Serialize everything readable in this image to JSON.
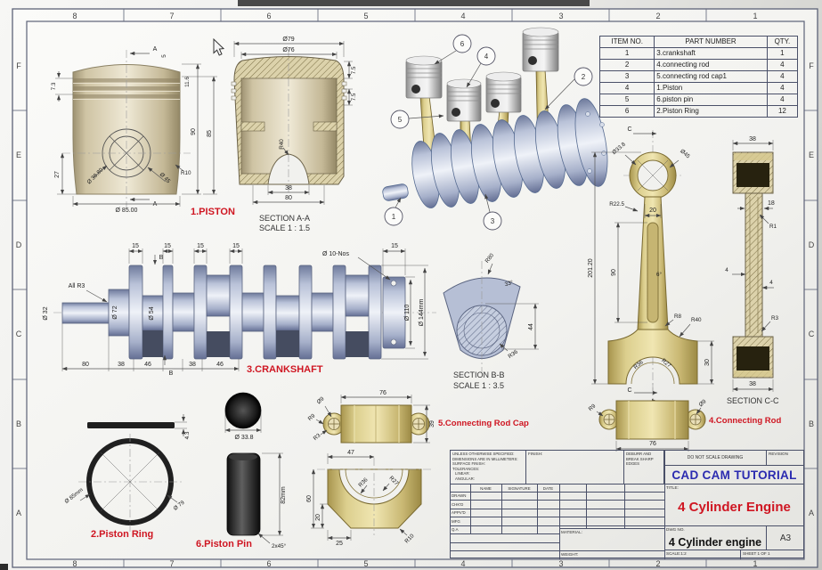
{
  "frame": {
    "cols": [
      "8",
      "7",
      "6",
      "5",
      "4",
      "3",
      "2",
      "1"
    ],
    "rows": [
      "F",
      "E",
      "D",
      "C",
      "B",
      "A"
    ]
  },
  "colors": {
    "label_red": "#cf1622",
    "brand_blue": "#2b2bb0"
  },
  "bom": {
    "headers": [
      "ITEM NO.",
      "PART NUMBER",
      "QTY."
    ],
    "rows": [
      [
        "1",
        "3.crankshaft",
        "1"
      ],
      [
        "2",
        "4.connecting rod",
        "4"
      ],
      [
        "3",
        "5.connecting rod cap1",
        "4"
      ],
      [
        "4",
        "1.Piston",
        "4"
      ],
      [
        "5",
        "6.piston pin",
        "4"
      ],
      [
        "6",
        "2.Piston Ring",
        "12"
      ]
    ]
  },
  "balloons": [
    "1",
    "2",
    "3",
    "4",
    "5",
    "6"
  ],
  "labels": {
    "piston": "1.PISTON",
    "crankshaft": "3.CRANKSHAFT",
    "ring": "2.Piston Ring",
    "pin": "6.Piston Pin",
    "cap": "5.Connecting Rod Cap",
    "rod": "4.Connecting Rod"
  },
  "captions": {
    "aa1": "SECTION A-A",
    "aa2": "SCALE 1 : 1.5",
    "bb1": "SECTION B-B",
    "bb2": "SCALE 1 : 3.5",
    "cc": "SECTION C-C"
  },
  "dims": {
    "piston": {
      "a": "A",
      "d5": "5",
      "d116": "11.6",
      "d73": "7.3",
      "d27": "27",
      "d388": "Ø 38.80",
      "d45": "Ø 45",
      "r10": "R10",
      "d85": "Ø 85.00",
      "h90": "90",
      "h85": "85"
    },
    "aa": {
      "d79": "Ø79",
      "d76": "Ø76",
      "d75": "7.5",
      "r40": "R40",
      "d38": "38",
      "d80": "80"
    },
    "crank": {
      "d15": "15",
      "b": "B",
      "allr3": "All R3",
      "d32": "Ø 32",
      "d72": "Ø 72",
      "d54": "Ø 54",
      "d80": "80",
      "d38": "38",
      "d46": "46",
      "d10nos": "Ø 10-Nos",
      "d110": "Ø 110",
      "d144": "Ø 144mm"
    },
    "bb": {
      "r80": "R80",
      "a33": "33°",
      "d44": "44",
      "r36": "R36"
    },
    "rod": {
      "c": "C",
      "d338": "Ø33.8",
      "d45": "Ø45",
      "r225": "R22.5",
      "d20": "20",
      "d90": "90",
      "d201": "201.20",
      "a6": "6°",
      "r8": "R8",
      "r40": "R40",
      "r36": "R36",
      "r27": "R27",
      "d30": "30"
    },
    "cc": {
      "d38": "38",
      "d18": "18",
      "r1": "R1",
      "d4": "4",
      "r3": "R3"
    },
    "captop": {
      "d76": "76",
      "d9": "Ø9",
      "r9": "R9",
      "r3": "R3",
      "d39": "39"
    },
    "capfront": {
      "d47": "47",
      "r36": "R36",
      "r27": "R27",
      "d60": "60",
      "d20": "20",
      "d25": "25",
      "r10": "R10"
    },
    "ring": {
      "d43": "4.3",
      "d85": "Ø 85mm",
      "d79": "Ø 79"
    },
    "pin": {
      "d338": "Ø 33.8",
      "d82": "82mm",
      "ch": "2x45°"
    },
    "rodb": {
      "c": "C",
      "r9": "R9",
      "d9": "Ø9",
      "d76": "76"
    }
  },
  "title_block": {
    "notes": [
      "UNLESS OTHERWISE SPECIFIED:",
      "DIMENSIONS ARE IN MILLIMETERS:",
      "SURFACE FINISH:",
      "TOLERANCES:",
      "LINEAR:",
      "ANGULAR:"
    ],
    "finish": "FINISH:",
    "deburr": "DEBURR AND BREAK SHARP EDGES",
    "do_not_scale": "DO NOT SCALE DRAWING",
    "revision": "REVISION",
    "brand": "CAD CAM TUTORIAL",
    "sig_headers": [
      "NAME",
      "SIGNATURE",
      "DATE"
    ],
    "sig_rows": [
      "DRAWN",
      "CHK'D",
      "APPV'D",
      "MFG",
      "Q.A"
    ],
    "material": "MATERIAL:",
    "weight": "WEIGHT:",
    "title_label": "TITLE:",
    "title": "4 Cylinder Engine",
    "dwg_label": "DWG NO.",
    "dwg_no": "4 Cylinder engine",
    "size": "A3",
    "scale": "SCALE:1:2",
    "sheet": "SHEET 1 OF 1"
  }
}
